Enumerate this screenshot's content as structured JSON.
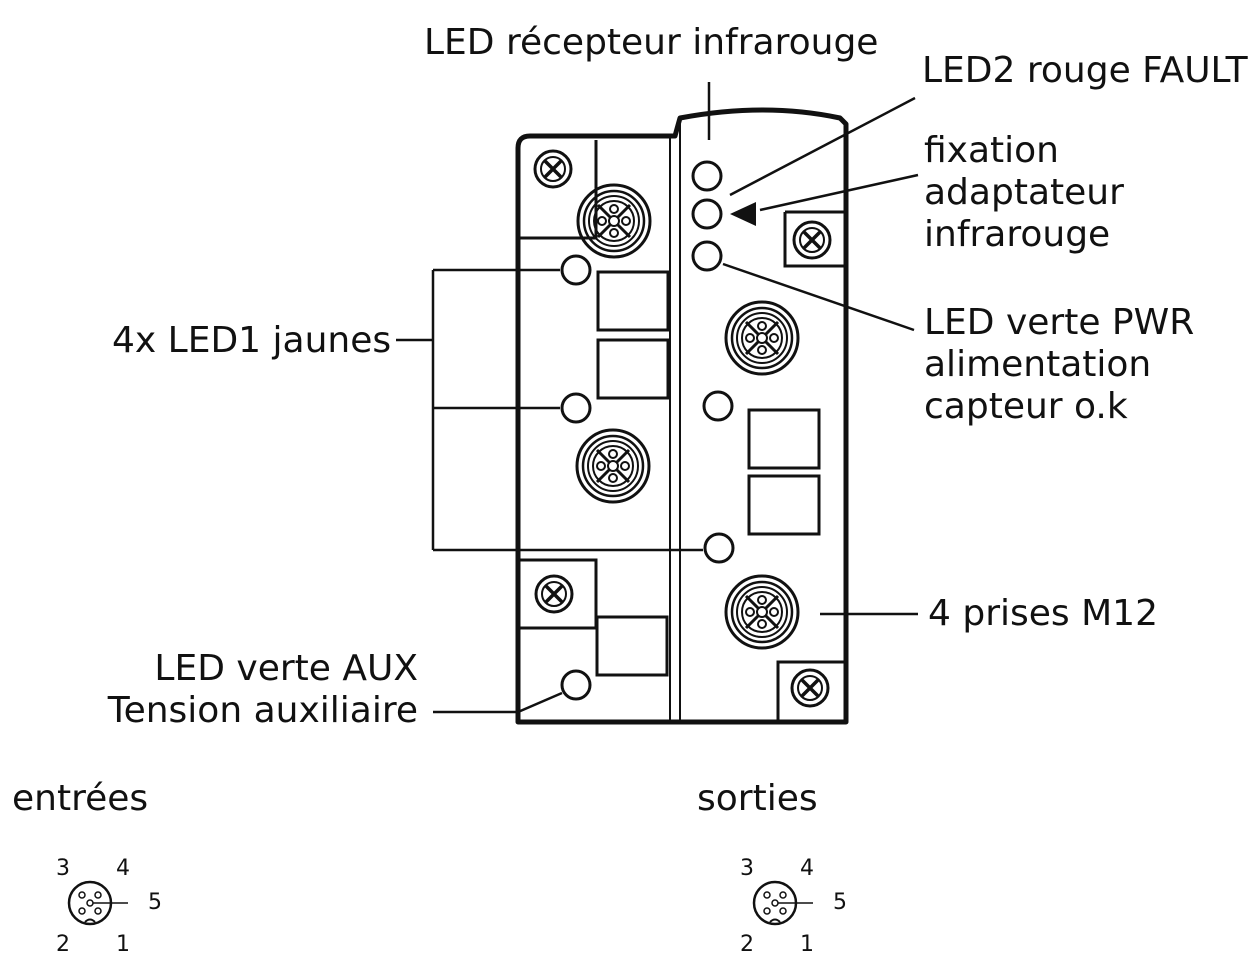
{
  "labels": {
    "ir_receiver": "LED récepteur infrarouge",
    "fault": "LED2 rouge FAULT",
    "fixation": [
      "fixation",
      "adaptateur",
      "infrarouge"
    ],
    "yellow": "4x LED1 jaunes",
    "pwr": [
      "LED verte PWR",
      "alimentation",
      "capteur o.k"
    ],
    "m12": "4 prises M12",
    "aux": [
      "LED verte AUX",
      "Tension auxiliaire"
    ]
  },
  "inputs": {
    "title": "entrées",
    "pins": [
      "3",
      "4",
      "5",
      "2",
      "1"
    ]
  },
  "outputs": {
    "title": "sorties",
    "pins": [
      "3",
      "4",
      "5",
      "2",
      "1"
    ]
  }
}
